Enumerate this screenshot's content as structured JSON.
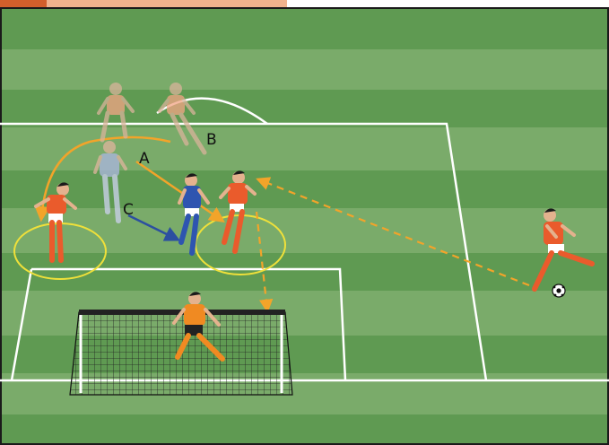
{
  "colors": {
    "grass_light": "#7aab6a",
    "grass_dark": "#5f9a52",
    "frame": "#d25f2b",
    "frame_light": "#f0b38d",
    "lines": "#ffffff",
    "orange_kit": "#ea5b2c",
    "blue_kit": "#2e55b0",
    "keeper_kit": "#f08a22",
    "pass_orange": "#f2a42a",
    "run_blue": "#2c4fa0",
    "zone_yellow": "#efe03a",
    "ghost_orange": "#f3a585",
    "ghost_blue": "#a9b6da"
  },
  "labels": {
    "a": "A",
    "b": "B",
    "c": "C"
  },
  "icons": [
    "soccer-ball-icon",
    "goal-net-icon"
  ]
}
